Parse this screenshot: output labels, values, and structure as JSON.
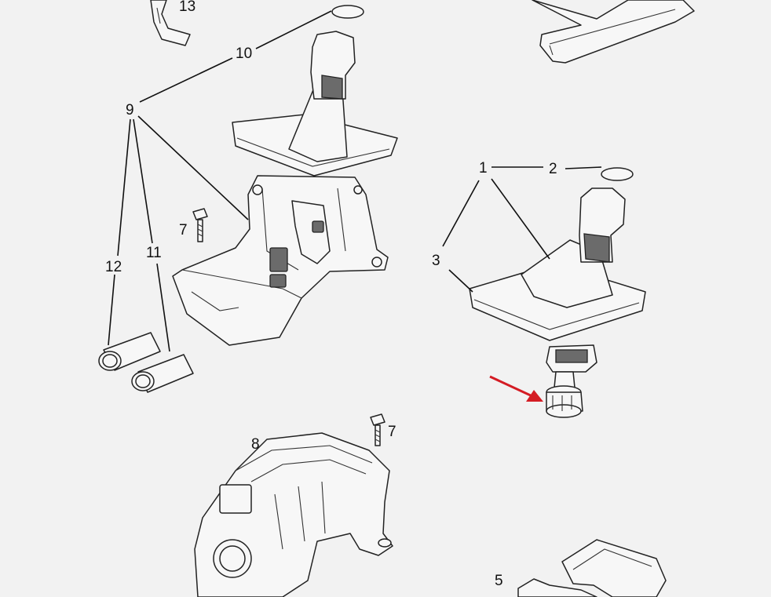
{
  "callouts": {
    "c1": "1",
    "c2": "2",
    "c3": "3",
    "c5": "5",
    "c7a": "7",
    "c7b": "7",
    "c8": "8",
    "c9": "9",
    "c10": "10",
    "c11": "11",
    "c12": "12",
    "c13": "13"
  },
  "colors": {
    "background": "#f2f2f2",
    "line": "#111111",
    "highlight_arrow": "#d41c24"
  }
}
